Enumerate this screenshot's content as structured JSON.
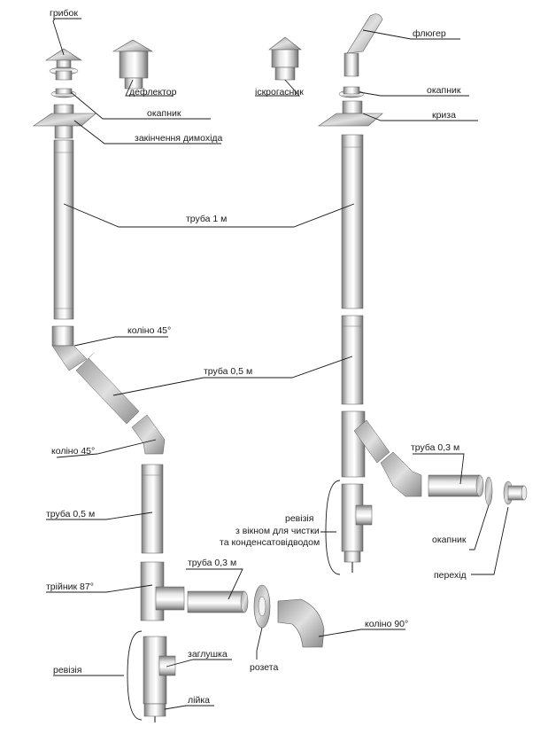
{
  "diagram": {
    "labels": {
      "hribok": "грибок",
      "deflektor": "дефлектор",
      "iskrohasnyk": "іскрогасник",
      "fliuher": "флюгер",
      "okapnyk_left": "окапник",
      "okapnyk_right": "окапник",
      "okapnyk_horizontal": "окапник",
      "kryza": "криза",
      "zakinchennia": "закінчення димохіда",
      "truba_1m": "труба 1 м",
      "kolino45_top": "коліно 45°",
      "truba05_diag": "труба 0,5 м",
      "kolino45_bottom": "коліно 45°",
      "truba05_left": "труба 0,5 м",
      "triynyk": "трійник 87°",
      "truba03_left": "труба 0,3 м",
      "kolino90": "коліно 90°",
      "rozeta": "розета",
      "zahlushka": "заглушка",
      "revizia_left": "ревізія",
      "liyka": "лійка",
      "truba03_right": "труба 0,3 м",
      "revizia_right_1": "ревізія",
      "revizia_right_2": "з вікном для чистки",
      "revizia_right_3": "та конденсатовідводом",
      "perekhid": "перехід"
    },
    "colors": {
      "metal_dark": "#8e8e8e",
      "metal_mid": "#cfcfcf",
      "metal_light": "#f4f4f4",
      "line": "#1a1a1a"
    }
  }
}
